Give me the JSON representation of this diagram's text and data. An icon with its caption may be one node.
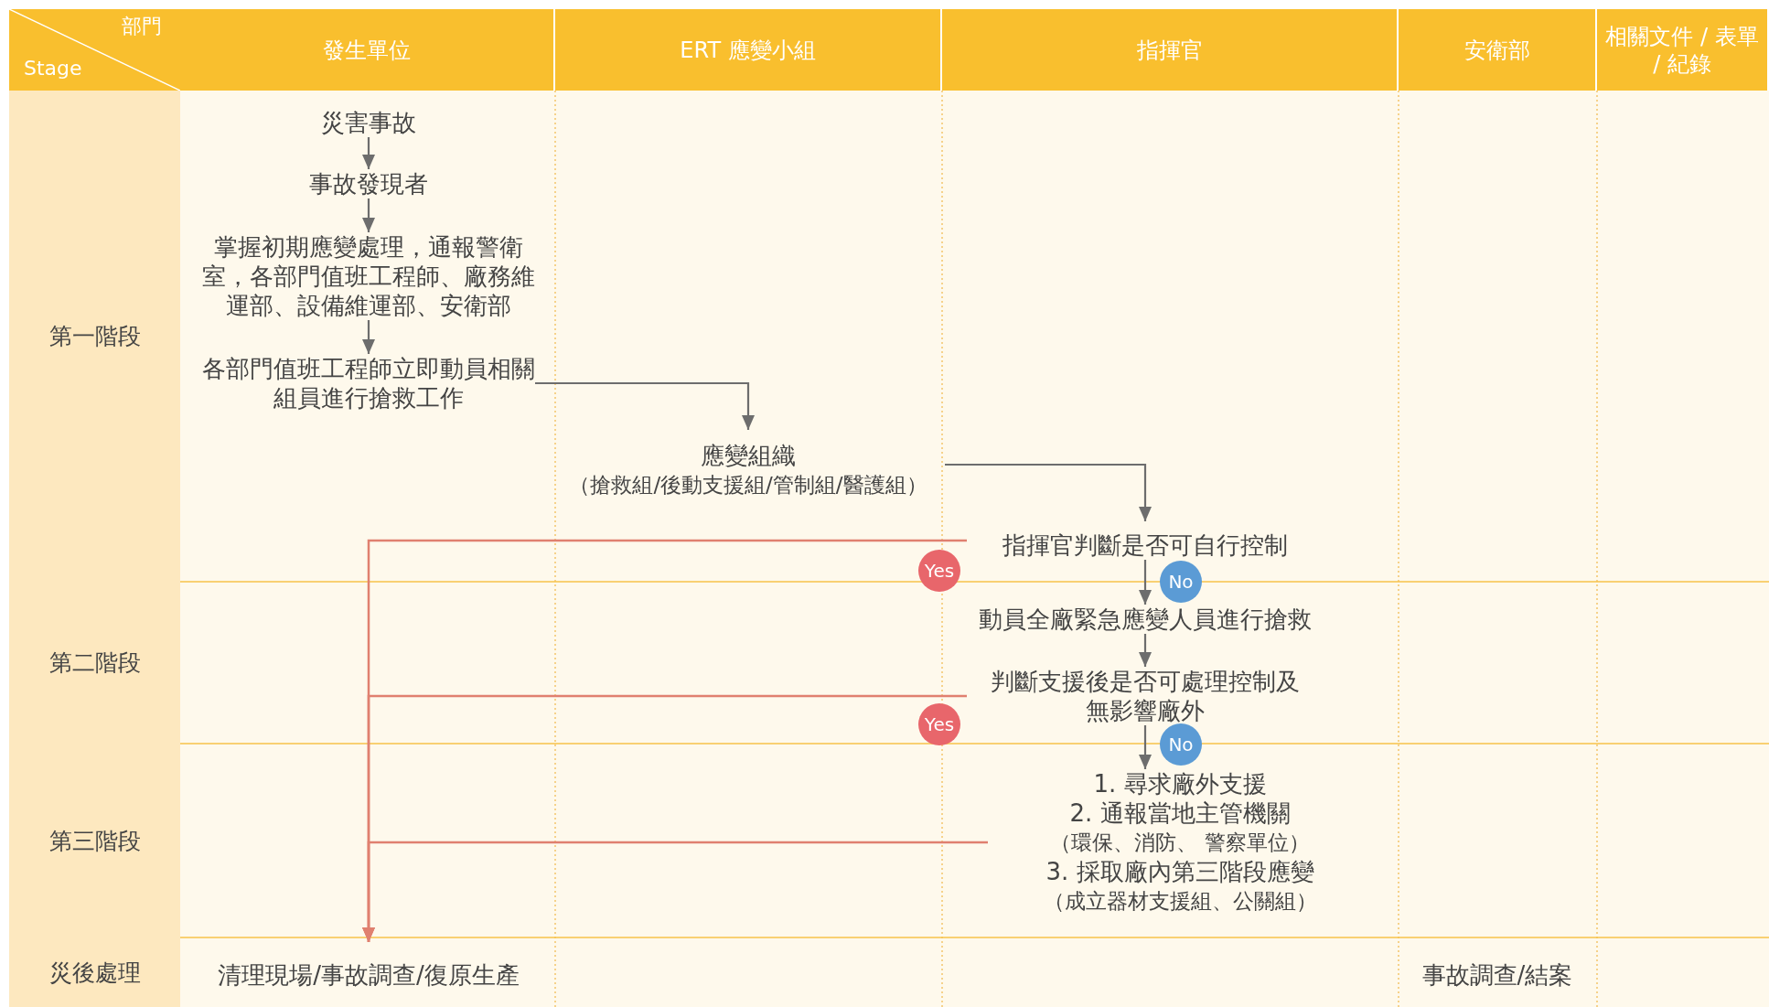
{
  "diagram": {
    "nodes": [
      {
        "text": [
          "部門",
          "Stage"
        ]
      },
      {
        "text": [
          "發生單位"
        ]
      },
      {
        "text": [
          "ERT 應變小組"
        ]
      },
      {
        "text": [
          "指揮官"
        ]
      },
      {
        "text": [
          "安衛部"
        ]
      },
      {
        "text": [
          "相關文件 / 表單 / 紀錄"
        ]
      },
      {
        "text": [
          "第一階段"
        ]
      },
      {
        "text": [
          "第二階段"
        ]
      },
      {
        "text": [
          "第三階段"
        ]
      },
      {
        "text": [
          "災後處理"
        ]
      },
      {
        "text": [
          "災害事故"
        ]
      },
      {
        "text": [
          "事故發現者"
        ]
      },
      {
        "text": [
          "掌握初期應變處理，通報警衛室，各部門值班工程師、廠務維運部、設備維運部、安衛部"
        ]
      },
      {
        "text": [
          "各部門值班工程師立即動員相關組員進行搶救工作"
        ]
      },
      {
        "text": [
          "應變組織",
          "（搶救組/後動支援組/管制組/醫護組）"
        ]
      },
      {
        "text": [
          "指揮官判斷是否可自行控制"
        ]
      },
      {
        "text": [
          "動員全廠緊急應變人員進行搶救"
        ]
      },
      {
        "text": [
          "判斷支援後是否可處理控制及無影響廠外"
        ]
      },
      {
        "text": [
          "1. 尋求廠外支援",
          "2. 通報當地主管機關",
          "（環保、消防、 警察單位）",
          "3. 採取廠內第三階段應變",
          "（成立器材支援組、公關組）"
        ]
      },
      {
        "text": [
          "清理現場/事故調查/復原生產"
        ]
      },
      {
        "text": [
          "事故調查/結案"
        ]
      }
    ],
    "edges": [
      {
        "from": 10,
        "to": 11,
        "arrow": "to"
      },
      {
        "from": 11,
        "to": 12,
        "arrow": "to"
      },
      {
        "from": 12,
        "to": 13,
        "arrow": "to"
      },
      {
        "from": 13,
        "to": 14,
        "arrow": "to"
      },
      {
        "from": 14,
        "to": 15,
        "arrow": "to"
      },
      {
        "from": 15,
        "to": 16,
        "arrow": "to",
        "label": "No"
      },
      {
        "from": 16,
        "to": 17,
        "arrow": "to"
      },
      {
        "from": 17,
        "to": 18,
        "arrow": "to",
        "label": "No"
      },
      {
        "from": 15,
        "to": 19,
        "arrow": "to",
        "label": "Yes",
        "color": "#e0806f"
      },
      {
        "from": 17,
        "to": 19,
        "arrow": "to",
        "label": "Yes",
        "color": "#e0806f"
      },
      {
        "from": 18,
        "to": 19,
        "arrow": "to",
        "color": "#e0806f"
      }
    ]
  }
}
